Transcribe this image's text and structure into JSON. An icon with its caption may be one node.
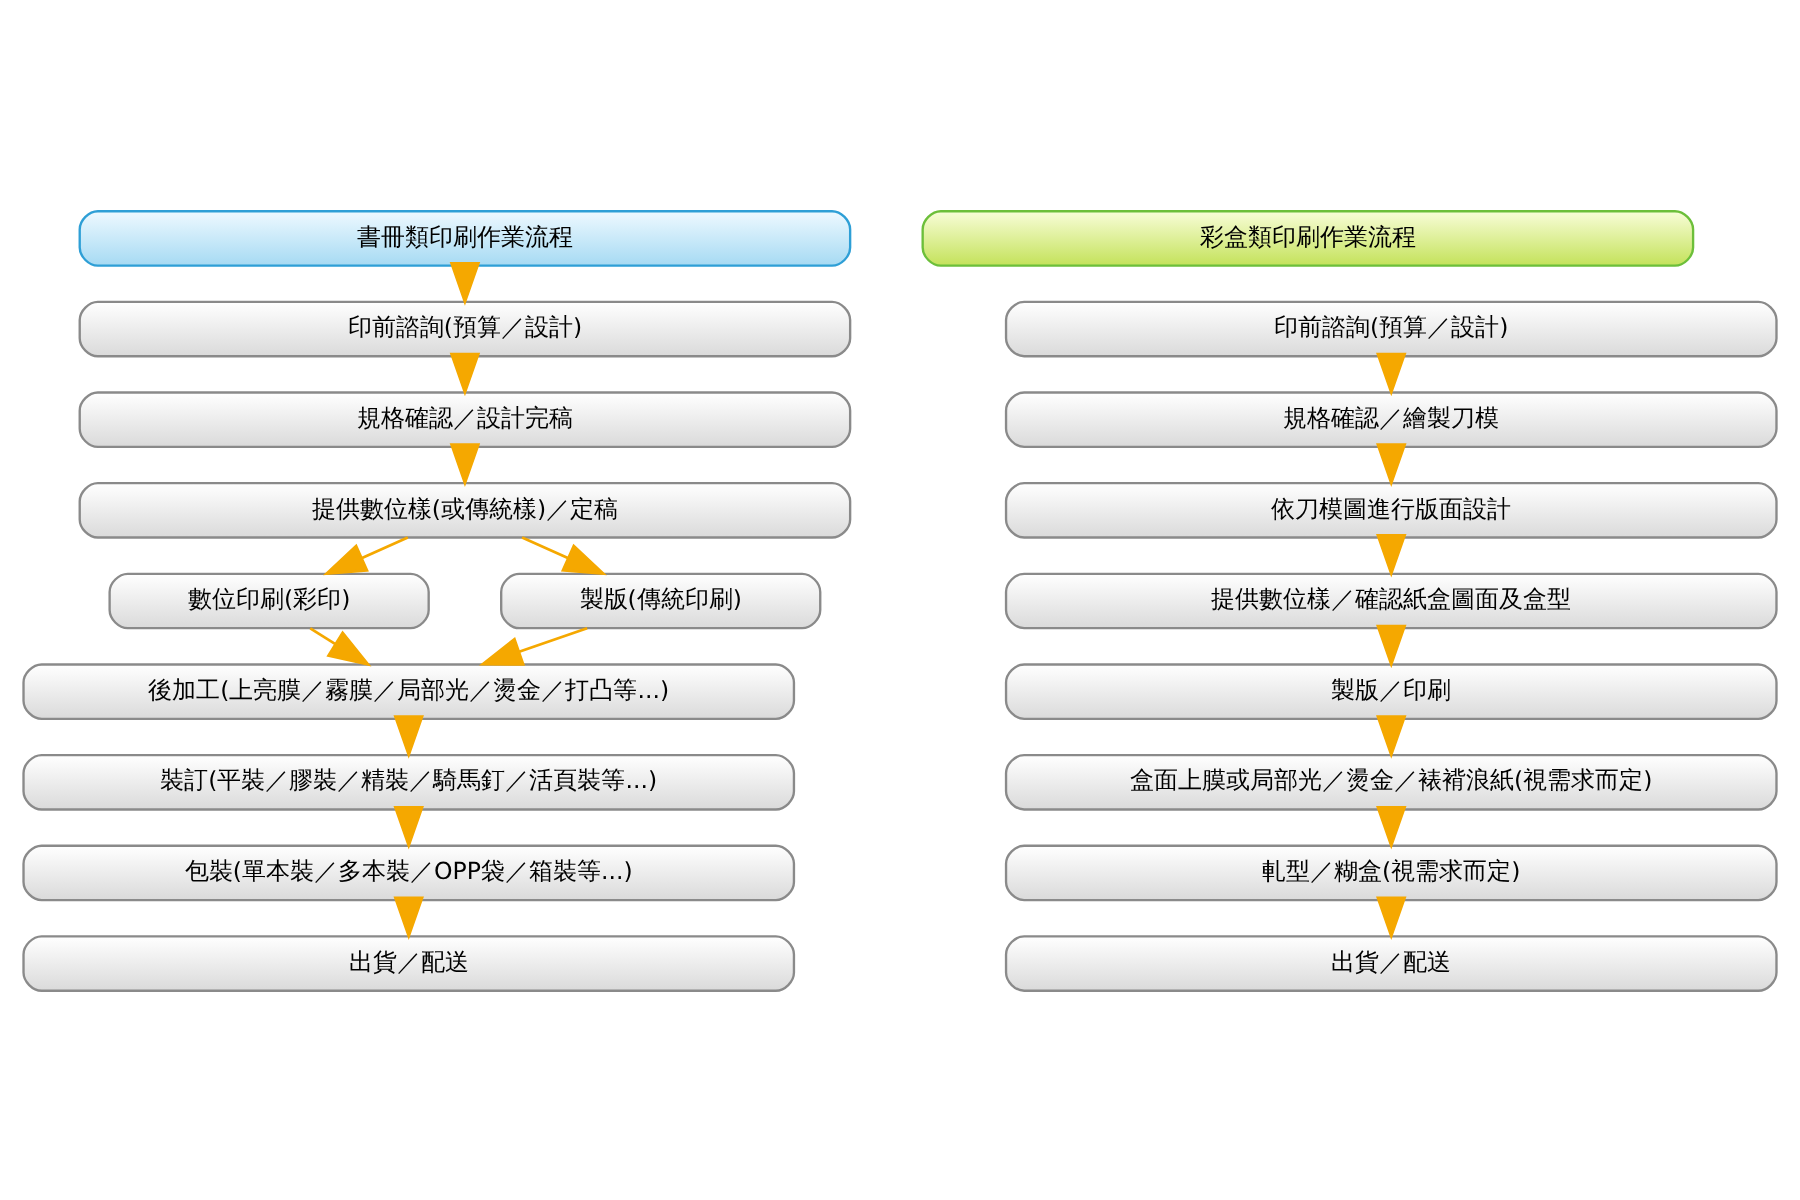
{
  "diagram": {
    "nodes": [
      {
        "text": [
          "書冊類印刷作業流程"
        ]
      },
      {
        "text": [
          "印前諮詢(預算／設計)"
        ]
      },
      {
        "text": [
          "規格確認／設計完稿"
        ]
      },
      {
        "text": [
          "提供數位樣(或傳統樣)／定稿"
        ]
      },
      {
        "text": [
          "數位印刷(彩印)"
        ]
      },
      {
        "text": [
          "製版(傳統印刷)"
        ]
      },
      {
        "text": [
          "後加工(上亮膜／霧膜／局部光／燙金／打凸等...)"
        ]
      },
      {
        "text": [
          "裝訂(平裝／膠裝／精裝／騎馬釘／活頁裝等...)"
        ]
      },
      {
        "text": [
          "包裝(單本裝／多本裝／OPP袋／箱裝等...)"
        ]
      },
      {
        "text": [
          "出貨／配送"
        ]
      },
      {
        "text": [
          "彩盒類印刷作業流程"
        ]
      },
      {
        "text": [
          "印前諮詢(預算／設計)"
        ]
      },
      {
        "text": [
          "規格確認／繪製刀模"
        ]
      },
      {
        "text": [
          "依刀模圖進行版面設計"
        ]
      },
      {
        "text": [
          "提供數位樣／確認紙盒圖面及盒型"
        ]
      },
      {
        "text": [
          "製版／印刷"
        ]
      },
      {
        "text": [
          "盒面上膜或局部光／燙金／裱褙浪紙(視需求而定)"
        ]
      },
      {
        "text": [
          "軋型／糊盒(視需求而定)"
        ]
      },
      {
        "text": [
          "出貨／配送"
        ]
      }
    ],
    "edges": [
      {
        "from": 0,
        "to": 1,
        "arrow": "to"
      },
      {
        "from": 1,
        "to": 2,
        "arrow": "to"
      },
      {
        "from": 2,
        "to": 3,
        "arrow": "to"
      },
      {
        "from": 3,
        "to": 4,
        "arrow": "to"
      },
      {
        "from": 3,
        "to": 5,
        "arrow": "to"
      },
      {
        "from": 4,
        "to": 6,
        "arrow": "to"
      },
      {
        "from": 5,
        "to": 6,
        "arrow": "to"
      },
      {
        "from": 6,
        "to": 7,
        "arrow": "to"
      },
      {
        "from": 7,
        "to": 8,
        "arrow": "to"
      },
      {
        "from": 8,
        "to": 9,
        "arrow": "to"
      },
      {
        "from": 11,
        "to": 12,
        "arrow": "to"
      },
      {
        "from": 12,
        "to": 13,
        "arrow": "to"
      },
      {
        "from": 13,
        "to": 14,
        "arrow": "to"
      },
      {
        "from": 14,
        "to": 15,
        "arrow": "to"
      },
      {
        "from": 15,
        "to": 16,
        "arrow": "to"
      },
      {
        "from": 16,
        "to": 17,
        "arrow": "to"
      },
      {
        "from": 17,
        "to": 18,
        "arrow": "to"
      }
    ]
  }
}
